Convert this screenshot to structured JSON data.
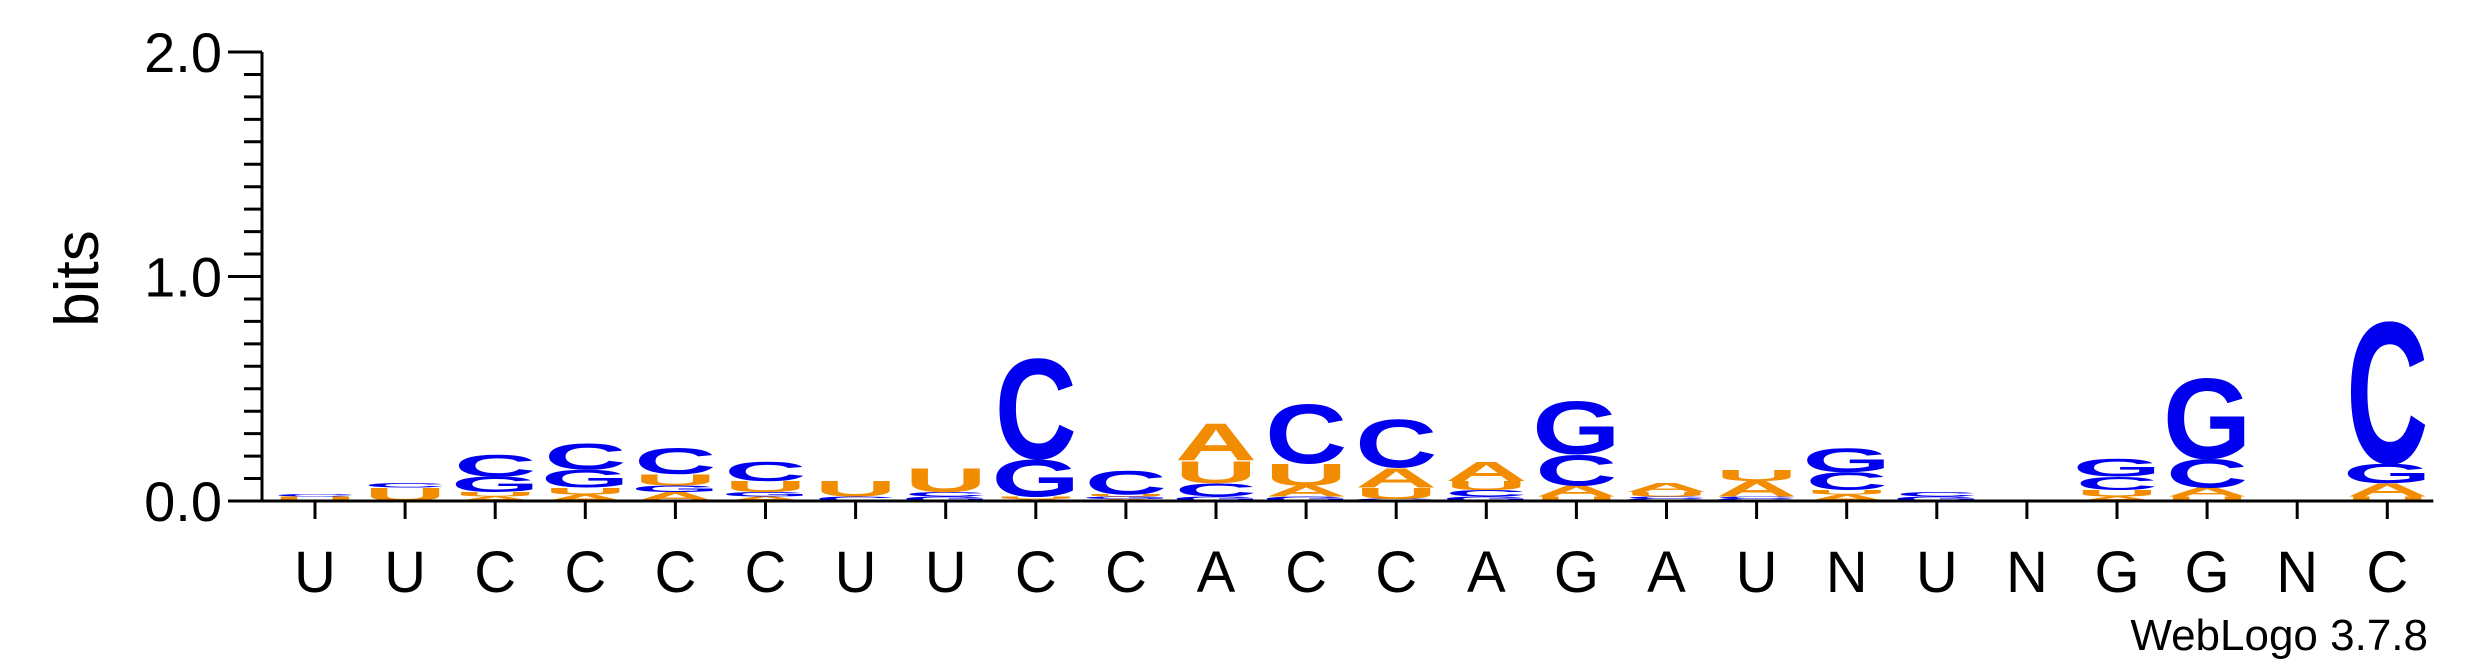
{
  "chart_data": {
    "type": "sequence-logo",
    "ylabel": "bits",
    "ylim": [
      0,
      2.0
    ],
    "yticks": [
      "0.0",
      "1.0",
      "2.0"
    ],
    "credit": "WebLogo 3.7.8",
    "colors": {
      "A": "#f28c00",
      "U": "#f28c00",
      "C": "#0000ee",
      "G": "#0000ee"
    },
    "positions": [
      {
        "label": "U",
        "stack": [
          {
            "letter": "U",
            "bits": 0.02
          },
          {
            "letter": "C",
            "bits": 0.01
          }
        ]
      },
      {
        "label": "U",
        "stack": [
          {
            "letter": "U",
            "bits": 0.06
          },
          {
            "letter": "C",
            "bits": 0.02
          }
        ]
      },
      {
        "label": "C",
        "stack": [
          {
            "letter": "A",
            "bits": 0.02
          },
          {
            "letter": "U",
            "bits": 0.02
          },
          {
            "letter": "G",
            "bits": 0.07
          },
          {
            "letter": "C",
            "bits": 0.1
          }
        ]
      },
      {
        "label": "C",
        "stack": [
          {
            "letter": "A",
            "bits": 0.03
          },
          {
            "letter": "U",
            "bits": 0.03
          },
          {
            "letter": "G",
            "bits": 0.08
          },
          {
            "letter": "C",
            "bits": 0.12
          }
        ]
      },
      {
        "label": "C",
        "stack": [
          {
            "letter": "A",
            "bits": 0.04
          },
          {
            "letter": "G",
            "bits": 0.03
          },
          {
            "letter": "U",
            "bits": 0.05
          },
          {
            "letter": "C",
            "bits": 0.12
          }
        ]
      },
      {
        "label": "C",
        "stack": [
          {
            "letter": "A",
            "bits": 0.02
          },
          {
            "letter": "G",
            "bits": 0.02
          },
          {
            "letter": "U",
            "bits": 0.05
          },
          {
            "letter": "C",
            "bits": 0.09
          }
        ]
      },
      {
        "label": "U",
        "stack": [
          {
            "letter": "C",
            "bits": 0.02
          },
          {
            "letter": "U",
            "bits": 0.07
          }
        ]
      },
      {
        "label": "U",
        "stack": [
          {
            "letter": "G",
            "bits": 0.02
          },
          {
            "letter": "C",
            "bits": 0.02
          },
          {
            "letter": "U",
            "bits": 0.11
          }
        ]
      },
      {
        "label": "C",
        "stack": [
          {
            "letter": "A",
            "bits": 0.01
          },
          {
            "letter": "U",
            "bits": 0.01
          },
          {
            "letter": "G",
            "bits": 0.17
          },
          {
            "letter": "C",
            "bits": 0.46
          }
        ]
      },
      {
        "label": "C",
        "stack": [
          {
            "letter": "A",
            "bits": 0.01
          },
          {
            "letter": "G",
            "bits": 0.01
          },
          {
            "letter": "U",
            "bits": 0.01
          },
          {
            "letter": "C",
            "bits": 0.11
          }
        ]
      },
      {
        "label": "A",
        "stack": [
          {
            "letter": "G",
            "bits": 0.02
          },
          {
            "letter": "C",
            "bits": 0.06
          },
          {
            "letter": "U",
            "bits": 0.1
          },
          {
            "letter": "A",
            "bits": 0.17
          }
        ]
      },
      {
        "label": "C",
        "stack": [
          {
            "letter": "G",
            "bits": 0.02
          },
          {
            "letter": "A",
            "bits": 0.05
          },
          {
            "letter": "U",
            "bits": 0.1
          },
          {
            "letter": "C",
            "bits": 0.27
          }
        ]
      },
      {
        "label": "C",
        "stack": [
          {
            "letter": "G",
            "bits": 0.01
          },
          {
            "letter": "U",
            "bits": 0.05
          },
          {
            "letter": "A",
            "bits": 0.09
          },
          {
            "letter": "C",
            "bits": 0.22
          }
        ]
      },
      {
        "label": "A",
        "stack": [
          {
            "letter": "G",
            "bits": 0.02
          },
          {
            "letter": "C",
            "bits": 0.03
          },
          {
            "letter": "U",
            "bits": 0.04
          },
          {
            "letter": "A",
            "bits": 0.09
          }
        ]
      },
      {
        "label": "G",
        "stack": [
          {
            "letter": "U",
            "bits": 0.02
          },
          {
            "letter": "A",
            "bits": 0.05
          },
          {
            "letter": "C",
            "bits": 0.14
          },
          {
            "letter": "G",
            "bits": 0.24
          }
        ]
      },
      {
        "label": "A",
        "stack": [
          {
            "letter": "G",
            "bits": 0.01
          },
          {
            "letter": "C",
            "bits": 0.01
          },
          {
            "letter": "U",
            "bits": 0.02
          },
          {
            "letter": "A",
            "bits": 0.04
          }
        ]
      },
      {
        "label": "U",
        "stack": [
          {
            "letter": "G",
            "bits": 0.01
          },
          {
            "letter": "C",
            "bits": 0.01
          },
          {
            "letter": "A",
            "bits": 0.07
          },
          {
            "letter": "U",
            "bits": 0.05
          }
        ]
      },
      {
        "label": "N",
        "stack": [
          {
            "letter": "A",
            "bits": 0.03
          },
          {
            "letter": "U",
            "bits": 0.02
          },
          {
            "letter": "C",
            "bits": 0.08
          },
          {
            "letter": "G",
            "bits": 0.11
          }
        ]
      },
      {
        "label": "U",
        "stack": [
          {
            "letter": "G",
            "bits": 0.02
          },
          {
            "letter": "C",
            "bits": 0.02
          }
        ]
      },
      {
        "label": "N",
        "stack": []
      },
      {
        "label": "G",
        "stack": [
          {
            "letter": "A",
            "bits": 0.02
          },
          {
            "letter": "U",
            "bits": 0.03
          },
          {
            "letter": "C",
            "bits": 0.06
          },
          {
            "letter": "G",
            "bits": 0.08
          }
        ]
      },
      {
        "label": "G",
        "stack": [
          {
            "letter": "U",
            "bits": 0.02
          },
          {
            "letter": "A",
            "bits": 0.04
          },
          {
            "letter": "C",
            "bits": 0.13
          },
          {
            "letter": "G",
            "bits": 0.37
          }
        ]
      },
      {
        "label": "N",
        "stack": []
      },
      {
        "label": "C",
        "stack": [
          {
            "letter": "U",
            "bits": 0.02
          },
          {
            "letter": "A",
            "bits": 0.06
          },
          {
            "letter": "G",
            "bits": 0.09
          },
          {
            "letter": "C",
            "bits": 0.65
          }
        ]
      }
    ]
  }
}
